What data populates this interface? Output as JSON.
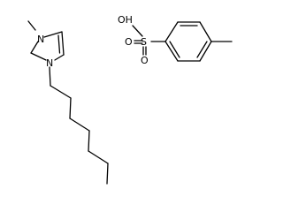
{
  "molecules": {
    "cation": {
      "atoms": {
        "n_methyl": "N",
        "n_octyl": "N"
      }
    },
    "anion": {
      "atoms": {
        "hydroxyl": "OH",
        "sulfur": "S",
        "oxo_1": "O",
        "oxo_2": "O"
      }
    }
  }
}
